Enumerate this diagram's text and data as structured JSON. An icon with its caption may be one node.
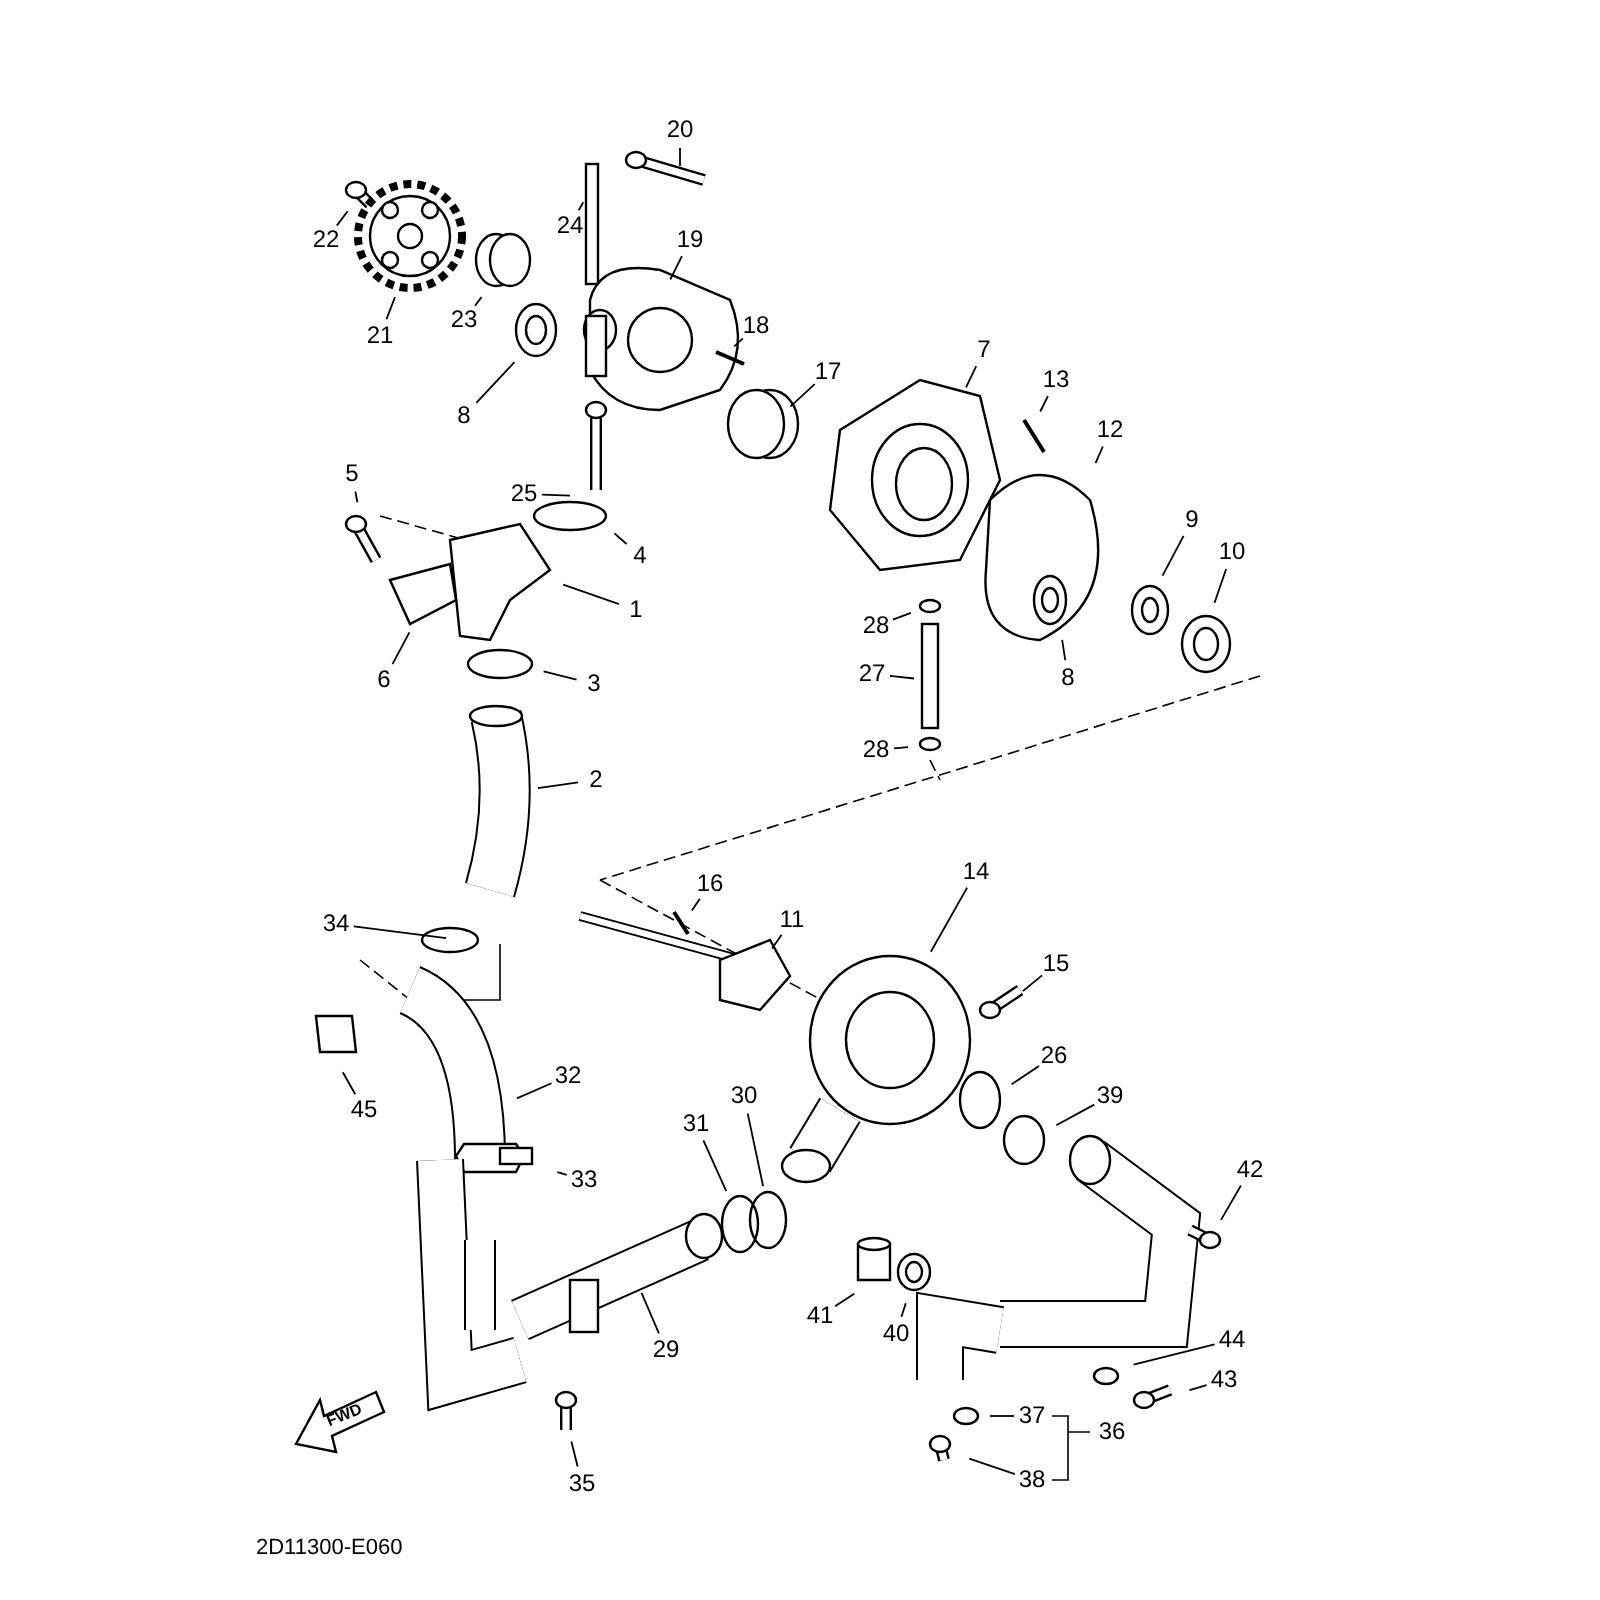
{
  "diagram": {
    "nodes": [
      {
        "text": [
          "20"
        ]
      },
      {
        "text": [
          "22"
        ]
      },
      {
        "text": [
          "24"
        ]
      },
      {
        "text": [
          "19"
        ]
      },
      {
        "text": [
          "21"
        ]
      },
      {
        "text": [
          "23"
        ]
      },
      {
        "text": [
          "18"
        ]
      },
      {
        "text": [
          "7"
        ]
      },
      {
        "text": [
          "13"
        ]
      },
      {
        "text": [
          "17"
        ]
      },
      {
        "text": [
          "8"
        ]
      },
      {
        "text": [
          "12"
        ]
      },
      {
        "text": [
          "5"
        ]
      },
      {
        "text": [
          "25"
        ]
      },
      {
        "text": [
          "9"
        ]
      },
      {
        "text": [
          "10"
        ]
      },
      {
        "text": [
          "4"
        ]
      },
      {
        "text": [
          "1"
        ]
      },
      {
        "text": [
          "28"
        ]
      },
      {
        "text": [
          "27"
        ]
      },
      {
        "text": [
          "8"
        ]
      },
      {
        "text": [
          "6"
        ]
      },
      {
        "text": [
          "3"
        ]
      },
      {
        "text": [
          "28"
        ]
      },
      {
        "text": [
          "2"
        ]
      },
      {
        "text": [
          "14"
        ]
      },
      {
        "text": [
          "16"
        ]
      },
      {
        "text": [
          "11"
        ]
      },
      {
        "text": [
          "34"
        ]
      },
      {
        "text": [
          "15"
        ]
      },
      {
        "text": [
          "26"
        ]
      },
      {
        "text": [
          "32"
        ]
      },
      {
        "text": [
          "39"
        ]
      },
      {
        "text": [
          "30"
        ]
      },
      {
        "text": [
          "45"
        ]
      },
      {
        "text": [
          "31"
        ]
      },
      {
        "text": [
          "33"
        ]
      },
      {
        "text": [
          "42"
        ]
      },
      {
        "text": [
          "41"
        ]
      },
      {
        "text": [
          "40"
        ]
      },
      {
        "text": [
          "44"
        ]
      },
      {
        "text": [
          "29"
        ]
      },
      {
        "text": [
          "43"
        ]
      },
      {
        "text": [
          "37"
        ]
      },
      {
        "text": [
          "36"
        ]
      },
      {
        "text": [
          "35"
        ]
      },
      {
        "text": [
          "38"
        ]
      }
    ],
    "edges": [
      {
        "from": 0,
        "to": null,
        "arrow": "none"
      },
      {
        "from": 1,
        "to": null,
        "arrow": "none"
      },
      {
        "from": 2,
        "to": null,
        "arrow": "none"
      },
      {
        "from": 3,
        "to": null,
        "arrow": "none"
      },
      {
        "from": 4,
        "to": null,
        "arrow": "none"
      },
      {
        "from": 5,
        "to": null,
        "arrow": "none"
      },
      {
        "from": 6,
        "to": null,
        "arrow": "none"
      },
      {
        "from": 7,
        "to": null,
        "arrow": "none"
      },
      {
        "from": 8,
        "to": null,
        "arrow": "none"
      },
      {
        "from": 9,
        "to": null,
        "arrow": "none"
      },
      {
        "from": 10,
        "to": null,
        "arrow": "none"
      },
      {
        "from": 11,
        "to": null,
        "arrow": "none"
      },
      {
        "from": 12,
        "to": null,
        "arrow": "none"
      },
      {
        "from": 13,
        "to": null,
        "arrow": "none"
      },
      {
        "from": 14,
        "to": null,
        "arrow": "none"
      },
      {
        "from": 15,
        "to": null,
        "arrow": "none"
      },
      {
        "from": 16,
        "to": null,
        "arrow": "none"
      },
      {
        "from": 17,
        "to": null,
        "arrow": "none"
      },
      {
        "from": 18,
        "to": null,
        "arrow": "none"
      },
      {
        "from": 19,
        "to": null,
        "arrow": "none"
      },
      {
        "from": 20,
        "to": null,
        "arrow": "none"
      },
      {
        "from": 21,
        "to": null,
        "arrow": "none"
      },
      {
        "from": 22,
        "to": null,
        "arrow": "none"
      },
      {
        "from": 23,
        "to": null,
        "arrow": "none"
      },
      {
        "from": 24,
        "to": null,
        "arrow": "none"
      },
      {
        "from": 25,
        "to": null,
        "arrow": "none"
      },
      {
        "from": 26,
        "to": null,
        "arrow": "none"
      },
      {
        "from": 27,
        "to": null,
        "arrow": "none"
      },
      {
        "from": 28,
        "to": null,
        "arrow": "none"
      },
      {
        "from": 29,
        "to": null,
        "arrow": "none"
      },
      {
        "from": 30,
        "to": null,
        "arrow": "none"
      },
      {
        "from": 31,
        "to": null,
        "arrow": "none"
      },
      {
        "from": 32,
        "to": null,
        "arrow": "none"
      },
      {
        "from": 33,
        "to": null,
        "arrow": "none"
      },
      {
        "from": 34,
        "to": null,
        "arrow": "none"
      },
      {
        "from": 35,
        "to": null,
        "arrow": "none"
      },
      {
        "from": 36,
        "to": null,
        "arrow": "none"
      },
      {
        "from": 37,
        "to": null,
        "arrow": "none"
      },
      {
        "from": 38,
        "to": null,
        "arrow": "none"
      },
      {
        "from": 39,
        "to": null,
        "arrow": "none"
      },
      {
        "from": 40,
        "to": null,
        "arrow": "none"
      },
      {
        "from": 41,
        "to": null,
        "arrow": "none"
      },
      {
        "from": 42,
        "to": null,
        "arrow": "none"
      },
      {
        "from": 43,
        "to": null,
        "arrow": "none"
      },
      {
        "from": 45,
        "to": null,
        "arrow": "none"
      },
      {
        "from": 46,
        "to": null,
        "arrow": "none"
      }
    ],
    "labels": [
      "FWD",
      "2D11300-E060"
    ]
  }
}
